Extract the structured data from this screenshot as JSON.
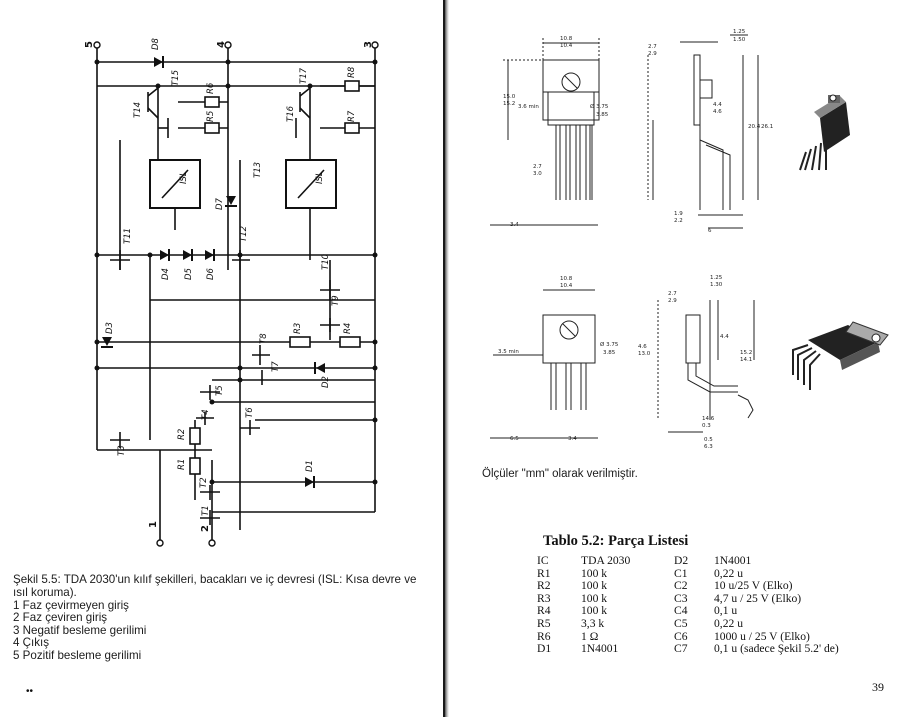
{
  "left_page": {
    "figure_caption": "Şekil 5.5: TDA 2030'un kılıf şekilleri, bacakları ve iç devresi (ISL: Kısa devre ve ısıl koruma).",
    "pin_list": [
      "1  Faz çevirmeyen giriş",
      "2  Faz çeviren giriş",
      "3  Negatif besleme gerilimi",
      "4  Çıkış",
      "5  Pozitif besleme gerilimi"
    ],
    "corner_mark": "••",
    "schematic_labels": {
      "pins": [
        "5",
        "4",
        "3",
        "1",
        "2"
      ],
      "transistors": [
        "T15",
        "T14",
        "T17",
        "T16",
        "T13",
        "T11",
        "T12",
        "T10",
        "T9",
        "T8",
        "T7",
        "T5",
        "T4",
        "T6",
        "T3",
        "T2",
        "T1"
      ],
      "diodes": [
        "D8",
        "D7",
        "D4",
        "D5",
        "D6",
        "D3",
        "D2",
        "D1"
      ],
      "resistors": [
        "R6",
        "R5",
        "R8",
        "R7",
        "R3",
        "R4",
        "R2",
        "R1"
      ],
      "blocks": [
        "ISL",
        "ISL"
      ]
    }
  },
  "right_page": {
    "dimension_note": "Ölçüler \"mm\" olarak verilmiştir.",
    "table_title": "Tablo 5.2: Parça Listesi",
    "parts": [
      [
        "IC",
        "TDA 2030",
        "D2",
        "1N4001"
      ],
      [
        "R1",
        "100 k",
        "C1",
        "0,22 u"
      ],
      [
        "R2",
        "100 k",
        "C2",
        "10 u/25 V (Elko)"
      ],
      [
        "R3",
        "100 k",
        "C3",
        "4,7 u / 25 V (Elko)"
      ],
      [
        "R4",
        "100 k",
        "C4",
        "0,1 u"
      ],
      [
        "R5",
        "3,3 k",
        "C5",
        "0,22 u"
      ],
      [
        "R6",
        "1 Ω",
        "C6",
        "1000 u / 25 V (Elko)"
      ],
      [
        "D1",
        "1N4001",
        "C7",
        "0,1 u (sadece Şekil 5.2' de)"
      ]
    ],
    "page_number": "39",
    "drawing_dimensions_top": [
      "10.8",
      "10.4",
      "2.7",
      "2.9",
      "1.25",
      "1.50",
      "15.0",
      "15.2",
      "3.6 min",
      "Ø 3.75",
      "3.85",
      "4.4",
      "4.6",
      "20.4",
      "26.1",
      "2.7",
      "3.0",
      "1.9",
      "2.2",
      "3.4",
      "6"
    ],
    "drawing_dimensions_bottom": [
      "10.8",
      "10.4",
      "2.7",
      "2.9",
      "1.25",
      "1.30",
      "3.5 min",
      "Ø 3.75",
      "3.85",
      "4.4",
      "4.6",
      "13.0",
      "15.2",
      "14.1",
      "14.6",
      "0.3",
      "0.5",
      "6.3",
      "6.5",
      "3.4"
    ]
  }
}
